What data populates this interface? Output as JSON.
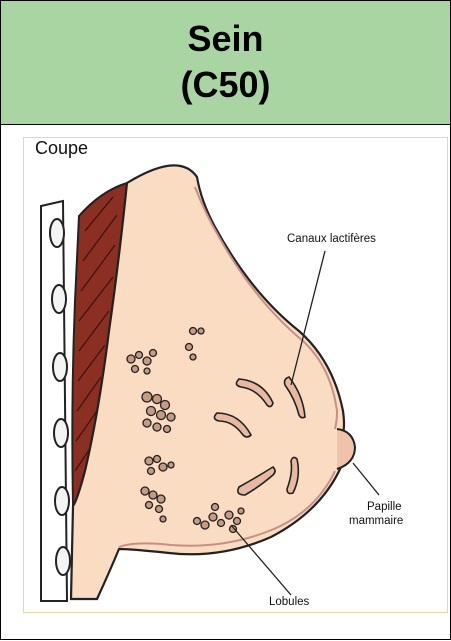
{
  "header": {
    "title_line1": "Sein",
    "title_line2": "(C50)"
  },
  "diagram": {
    "title": "Coupe",
    "labels": {
      "ducts": "Canaux lactifères",
      "nipple_line1": "Papille",
      "nipple_line2": "mammaire",
      "lobules": "Lobules"
    },
    "colors": {
      "header_bg": "#a9d5a3",
      "breast_tissue": "#f9dcc2",
      "outline": "#222222",
      "muscle": "#8a2f22",
      "skin_edge": "#c98f86",
      "lobule": "#c69a84",
      "duct": "#e8b8a4"
    }
  }
}
